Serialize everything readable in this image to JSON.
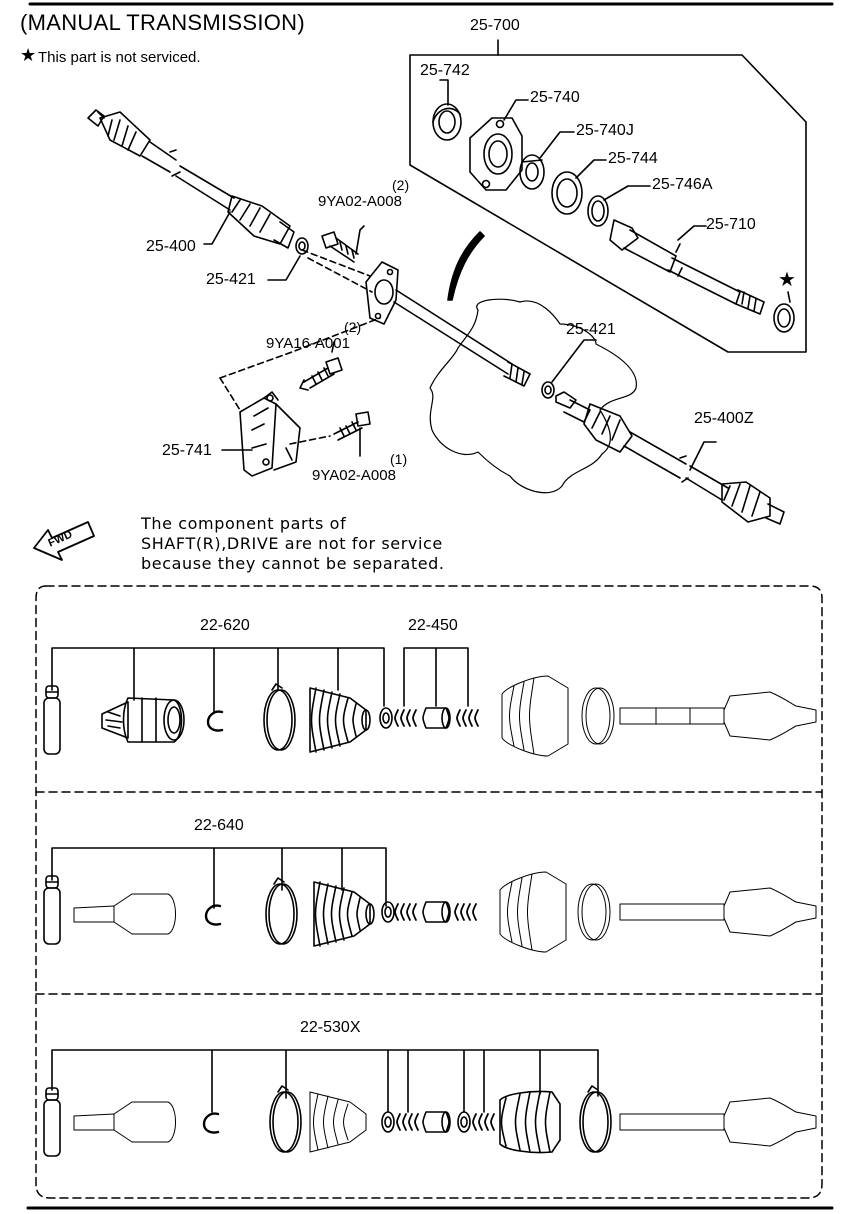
{
  "header": {
    "title": "(MANUAL TRANSMISSION)",
    "not_serviced_note": "This part is not serviced.",
    "star_symbol": "★"
  },
  "callouts": {
    "p25_700": "25-700",
    "p25_742": "25-742",
    "p25_740": "25-740",
    "p25_740J": "25-740J",
    "p25_744": "25-744",
    "p25_746A": "25-746A",
    "p25_710": "25-710",
    "p25_400": "25-400",
    "p25_421_left": "25-421",
    "p25_421_right": "25-421",
    "p25_400Z": "25-400Z",
    "p25_741": "25-741",
    "bolt_top": "9YA02-A008",
    "bolt_top_qty": "(2)",
    "bolt_mid": "9YA16-A001",
    "bolt_mid_qty": "(2)",
    "bolt_low": "9YA02-A008",
    "bolt_low_qty": "(1)",
    "fwd": "FWD"
  },
  "service_note": [
    "The component parts of",
    "SHAFT(R),DRIVE are not for service",
    "because they cannot be separated."
  ],
  "kits": {
    "row1_a": "22-620",
    "row1_b": "22-450",
    "row2": "22-640",
    "row3": "22-530X"
  },
  "colors": {
    "ink": "#000000",
    "paper": "#ffffff"
  }
}
